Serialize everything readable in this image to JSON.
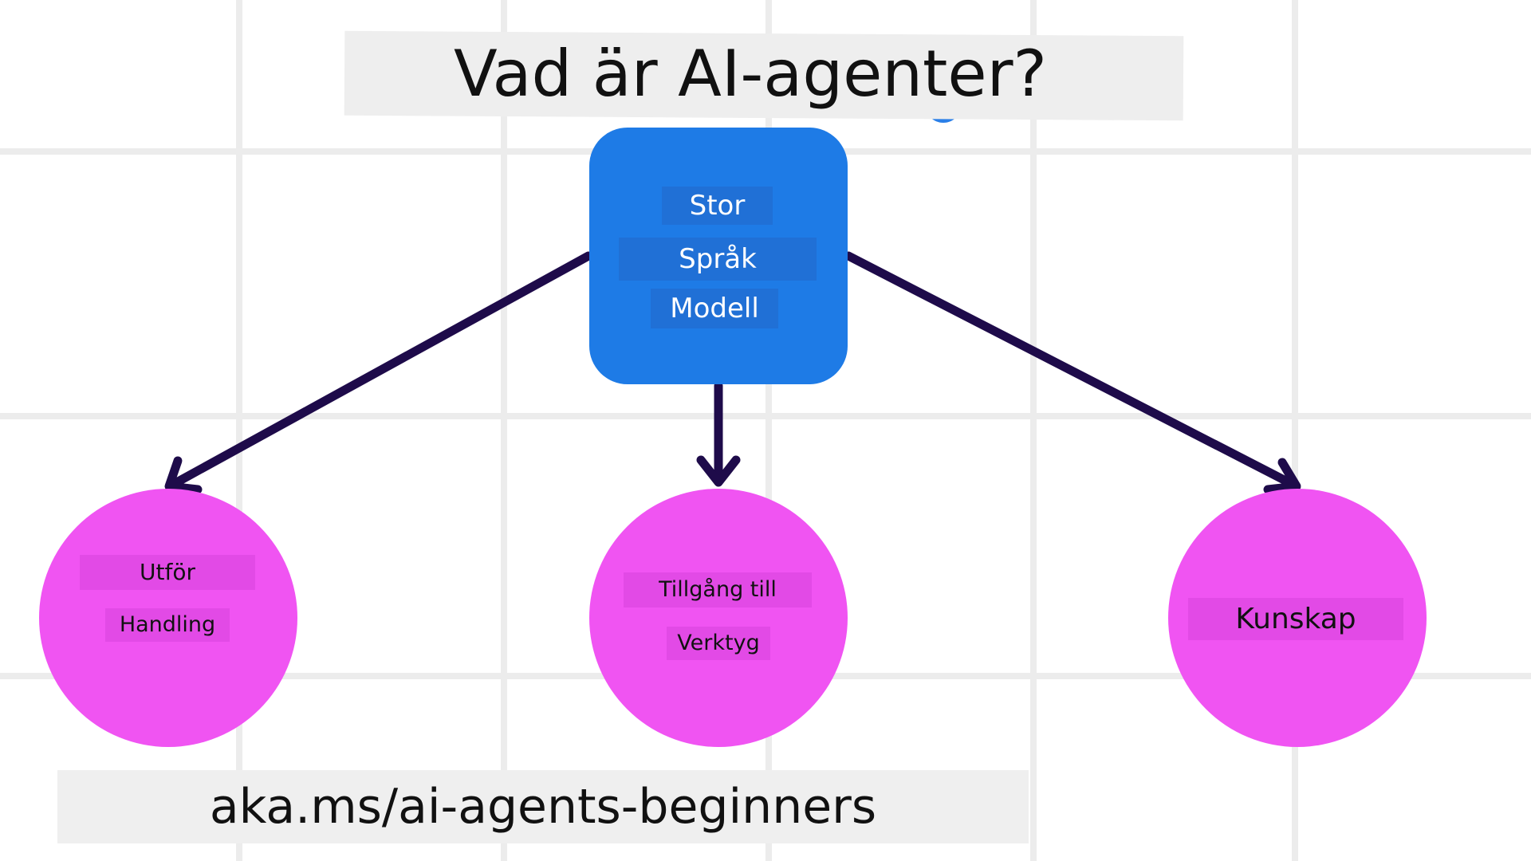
{
  "title": "Vad är AI-agenter?",
  "center_node": {
    "lines": [
      "Stor",
      "Språk",
      "Modell"
    ]
  },
  "outcomes": {
    "action": {
      "lines": [
        "Utför",
        "Handling"
      ]
    },
    "tools": {
      "lines": [
        "Tillgång till",
        "Verktyg"
      ]
    },
    "knowledge": {
      "lines": [
        "Kunskap"
      ]
    }
  },
  "footer": {
    "url": "aka.ms/ai-agents-beginners"
  },
  "colors": {
    "llm_box": "#1e7be6",
    "circle": "#f054f2",
    "arrow": "#1e0b4a",
    "grid": "#ececec",
    "banner": "#eeeeee"
  }
}
